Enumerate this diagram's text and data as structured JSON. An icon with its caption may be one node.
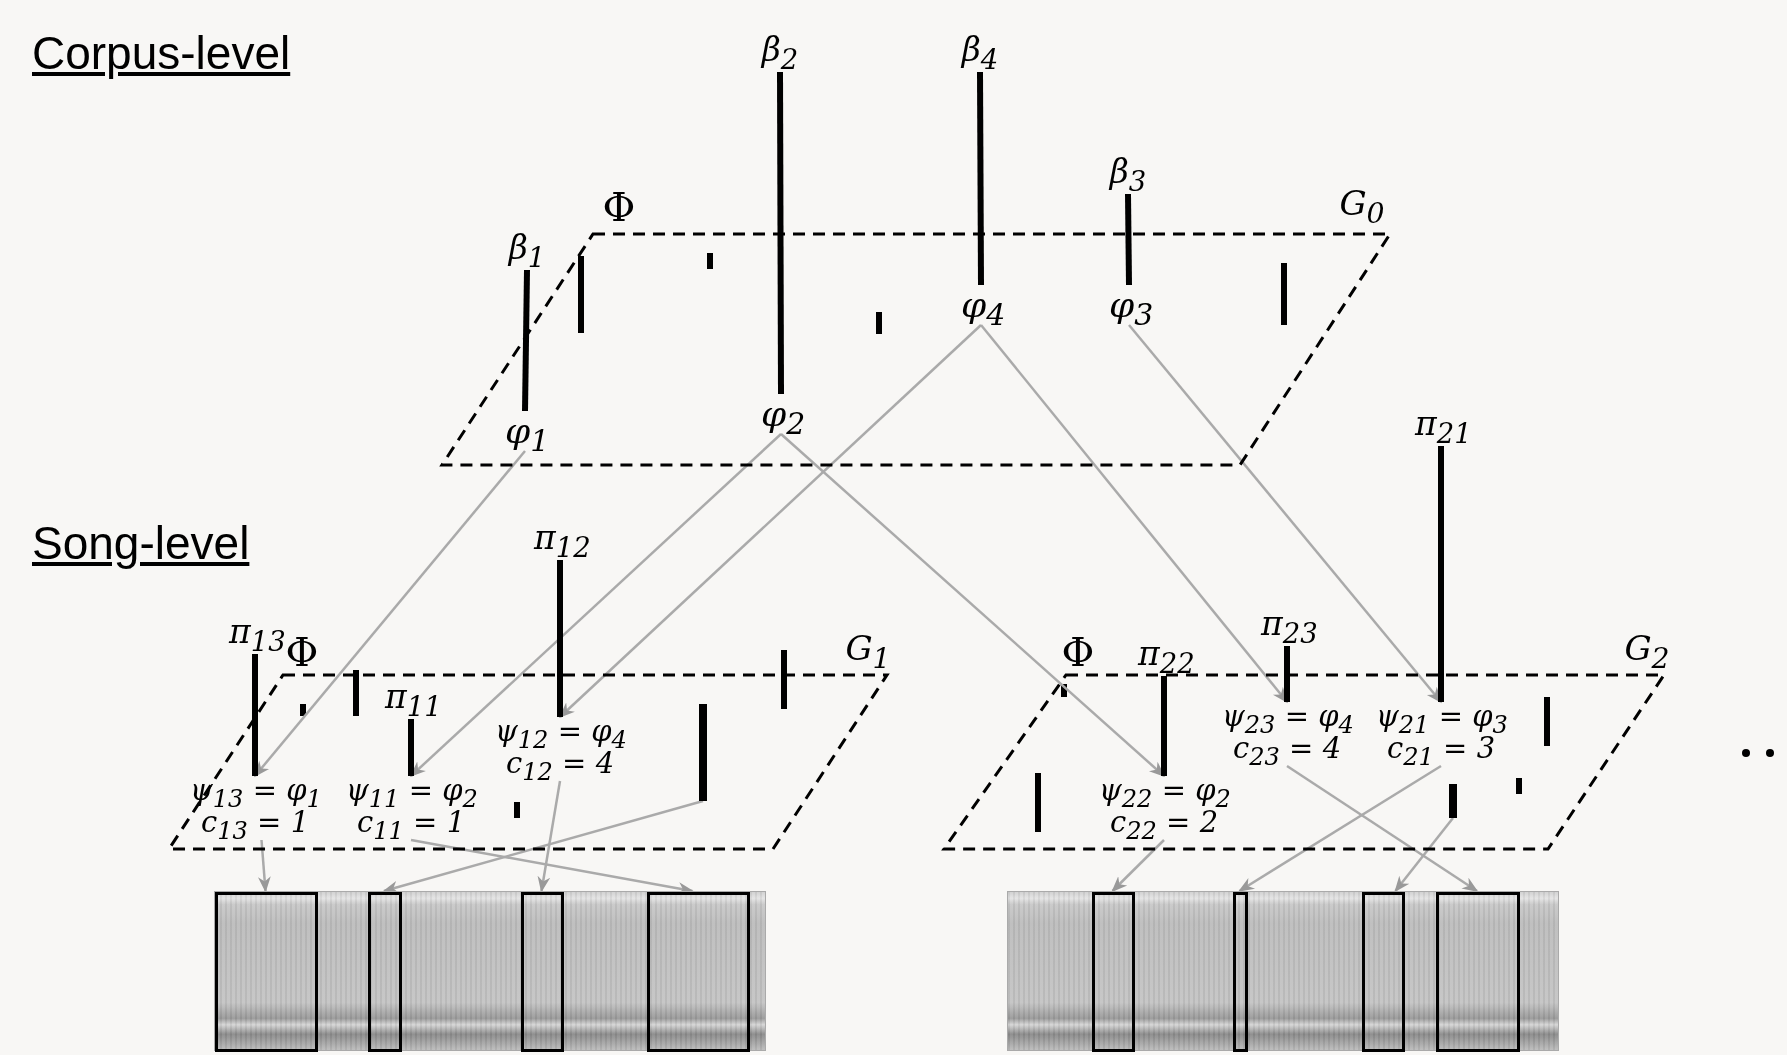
{
  "diagram": {
    "nodes": [
      {
        "text": [
          "Φ",
          "G$_{0}$"
        ]
      },
      {
        "text": [
          "φ$_{1}$"
        ],
        "in": 0
      },
      {
        "text": [
          "φ$_{2}$"
        ],
        "in": 0
      },
      {
        "text": [
          "φ$_{4}$"
        ],
        "in": 0
      },
      {
        "text": [
          "φ$_{3}$"
        ],
        "in": 0
      },
      {
        "text": [
          "Φ",
          "G$_{1}$"
        ]
      },
      {
        "text": [
          "ψ$_{13}$ = φ$_{1}$",
          "c$_{13}$ = 1"
        ],
        "in": 5
      },
      {
        "text": [
          "ψ$_{11}$ = φ$_{2}$",
          "c$_{11}$ = 1"
        ],
        "in": 5
      },
      {
        "text": [
          "ψ$_{12}$ = φ$_{4}$",
          "c$_{12}$ = 4"
        ],
        "in": 5
      },
      {
        "text": [],
        "shape": "bar",
        "in": 5
      },
      {
        "text": [
          "Φ",
          "G$_{2}$"
        ]
      },
      {
        "text": [
          "ψ$_{22}$ = φ$_{2}$",
          "c$_{22}$ = 2"
        ],
        "in": 10
      },
      {
        "text": [
          "ψ$_{23}$ = φ$_{4}$",
          "c$_{23}$ = 4"
        ],
        "in": 10
      },
      {
        "text": [
          "ψ$_{21}$ = φ$_{3}$",
          "c$_{21}$ = 3"
        ],
        "in": 10
      },
      {
        "text": [],
        "shape": "bar",
        "in": 10
      },
      {
        "text": [],
        "shape": "picture"
      },
      {
        "text": [],
        "shape": "box",
        "in": 15
      },
      {
        "text": [],
        "shape": "box",
        "in": 15
      },
      {
        "text": [],
        "shape": "box",
        "in": 15
      },
      {
        "text": [],
        "shape": "box",
        "in": 15
      },
      {
        "text": [],
        "shape": "picture"
      },
      {
        "text": [],
        "shape": "box",
        "in": 20
      },
      {
        "text": [],
        "shape": "box",
        "in": 20
      },
      {
        "text": [],
        "shape": "box",
        "in": 20
      },
      {
        "text": [],
        "shape": "box",
        "in": 20
      },
      {
        "text": [
          "β$_{2}$"
        ]
      },
      {
        "text": [
          "β$_{4}$"
        ]
      },
      {
        "text": [
          "β$_{3}$"
        ]
      },
      {
        "text": [
          "β$_{1}$"
        ]
      },
      {
        "text": [
          "π$_{21}$"
        ]
      },
      {
        "text": [
          "π$_{12}$"
        ]
      },
      {
        "text": [
          "π$_{23}$"
        ]
      },
      {
        "text": [
          "π$_{13}$"
        ]
      },
      {
        "text": [
          "π$_{22}$"
        ]
      },
      {
        "text": [
          "π$_{11}$"
        ],
        "in": 5
      }
    ],
    "edges": [
      {
        "from": 1,
        "to": 6,
        "arrow": "to"
      },
      {
        "from": 2,
        "to": 7,
        "arrow": "to"
      },
      {
        "from": 2,
        "to": 11,
        "arrow": "to"
      },
      {
        "from": 3,
        "to": 8,
        "arrow": "to"
      },
      {
        "from": 3,
        "to": 12,
        "arrow": "to"
      },
      {
        "from": 4,
        "to": 13,
        "arrow": "to"
      },
      {
        "from": 6,
        "to": 16,
        "arrow": "to"
      },
      {
        "from": 9,
        "to": 17,
        "arrow": "to"
      },
      {
        "from": 8,
        "to": 18,
        "arrow": "to"
      },
      {
        "from": 7,
        "to": 19,
        "arrow": "to"
      },
      {
        "from": 11,
        "to": 21,
        "arrow": "to"
      },
      {
        "from": 13,
        "to": 22,
        "arrow": "to"
      },
      {
        "from": 14,
        "to": 23,
        "arrow": "to"
      },
      {
        "from": 12,
        "to": 24,
        "arrow": "to"
      },
      {
        "from": 25,
        "to": 2,
        "arrow": "none",
        "style": "thick",
        "color": "#000000"
      },
      {
        "from": 26,
        "to": 3,
        "arrow": "none",
        "style": "thick",
        "color": "#000000"
      },
      {
        "from": 27,
        "to": 4,
        "arrow": "none",
        "style": "thick",
        "color": "#000000"
      },
      {
        "from": 28,
        "to": 1,
        "arrow": "none",
        "style": "thick",
        "color": "#000000"
      },
      {
        "from": 29,
        "to": 13,
        "arrow": "none",
        "style": "thick",
        "color": "#000000"
      },
      {
        "from": 30,
        "to": 8,
        "arrow": "none",
        "style": "thick",
        "color": "#000000"
      },
      {
        "from": 31,
        "to": 12,
        "arrow": "none",
        "style": "thick",
        "color": "#000000"
      },
      {
        "from": 32,
        "to": 6,
        "arrow": "none",
        "style": "thick",
        "color": "#000000"
      },
      {
        "from": 33,
        "to": 11,
        "arrow": "none",
        "style": "thick",
        "color": "#000000"
      },
      {
        "from": 34,
        "to": 7,
        "arrow": "none",
        "style": "thick",
        "color": "#000000"
      }
    ],
    "labels": [
      "Corpus-level",
      "Song-level"
    ]
  }
}
